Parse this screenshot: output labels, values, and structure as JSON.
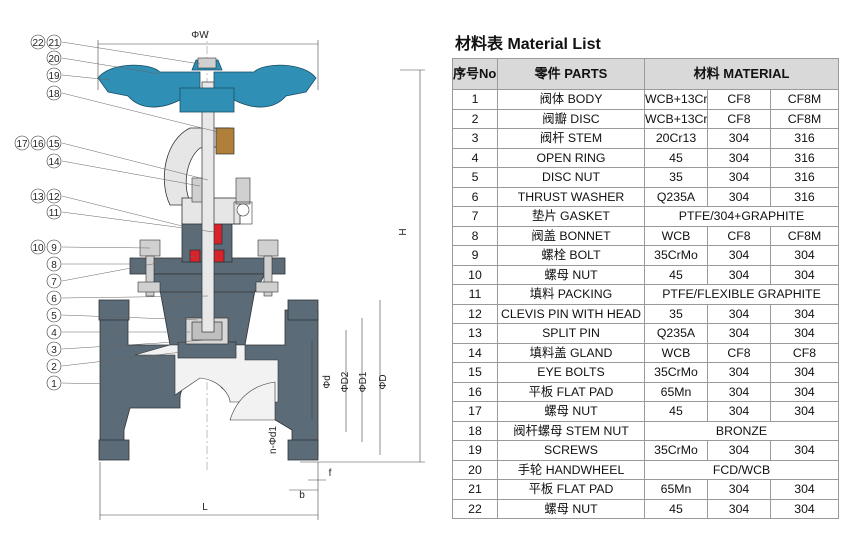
{
  "table": {
    "title": "材料表 Material List",
    "headers": {
      "no": "序号No.",
      "parts": "零件 PARTS",
      "material": "材料 MATERIAL"
    },
    "rows": [
      {
        "no": "1",
        "part": "阀体 BODY",
        "m1": "WCB+13Cr",
        "m2": "CF8",
        "m3": "CF8M"
      },
      {
        "no": "2",
        "part": "阀瓣 DISC",
        "m1": "WCB+13Cr",
        "m2": "CF8",
        "m3": "CF8M"
      },
      {
        "no": "3",
        "part": "阀杆 STEM",
        "m1": "20Cr13",
        "m2": "304",
        "m3": "316"
      },
      {
        "no": "4",
        "part": "OPEN RING",
        "m1": "45",
        "m2": "304",
        "m3": "316"
      },
      {
        "no": "5",
        "part": "DISC NUT",
        "m1": "35",
        "m2": "304",
        "m3": "316"
      },
      {
        "no": "6",
        "part": "THRUST WASHER",
        "m1": "Q235A",
        "m2": "304",
        "m3": "316"
      },
      {
        "no": "7",
        "part": "垫片 GASKET",
        "span": "PTFE/304+GRAPHITE"
      },
      {
        "no": "8",
        "part": "阀盖 BONNET",
        "m1": "WCB",
        "m2": "CF8",
        "m3": "CF8M"
      },
      {
        "no": "9",
        "part": "螺栓 BOLT",
        "m1": "35CrMo",
        "m2": "304",
        "m3": "304"
      },
      {
        "no": "10",
        "part": "螺母 NUT",
        "m1": "45",
        "m2": "304",
        "m3": "304"
      },
      {
        "no": "11",
        "part": "填料 PACKING",
        "span": "PTFE/FLEXIBLE GRAPHITE"
      },
      {
        "no": "12",
        "part": "CLEVIS PIN WITH HEAD",
        "m1": "35",
        "m2": "304",
        "m3": "304"
      },
      {
        "no": "13",
        "part": "SPLIT PIN",
        "m1": "Q235A",
        "m2": "304",
        "m3": "304"
      },
      {
        "no": "14",
        "part": "填料盖 GLAND",
        "m1": "WCB",
        "m2": "CF8",
        "m3": "CF8"
      },
      {
        "no": "15",
        "part": "EYE BOLTS",
        "m1": "35CrMo",
        "m2": "304",
        "m3": "304"
      },
      {
        "no": "16",
        "part": "平板 FLAT PAD",
        "m1": "65Mn",
        "m2": "304",
        "m3": "304"
      },
      {
        "no": "17",
        "part": "螺母 NUT",
        "m1": "45",
        "m2": "304",
        "m3": "304"
      },
      {
        "no": "18",
        "part": "阀杆螺母 STEM NUT",
        "span": "BRONZE"
      },
      {
        "no": "19",
        "part": "SCREWS",
        "m1": "35CrMo",
        "m2": "304",
        "m3": "304"
      },
      {
        "no": "20",
        "part": "手轮 HANDWHEEL",
        "span": "FCD/WCB"
      },
      {
        "no": "21",
        "part": "平板 FLAT PAD",
        "m1": "65Mn",
        "m2": "304",
        "m3": "304"
      },
      {
        "no": "22",
        "part": "螺母 NUT",
        "m1": "45",
        "m2": "304",
        "m3": "304"
      }
    ]
  },
  "drawing": {
    "callouts": [
      "22",
      "21",
      "20",
      "19",
      "18",
      "17",
      "16",
      "15",
      "14",
      "13",
      "12",
      "11",
      "10",
      "9",
      "8",
      "7",
      "6",
      "5",
      "4",
      "3",
      "2",
      "1"
    ],
    "dimensions": {
      "w": "ΦW",
      "h": "H",
      "l": "L",
      "d": "Φd",
      "d2": "ΦD2",
      "d1": "ΦD1",
      "big_d": "ΦD",
      "n_d1": "n-Φd1",
      "f": "f",
      "b": "b"
    },
    "colors": {
      "body": "#5b6b78",
      "handwheel": "#2f8fb5",
      "gasket": "#d8232a",
      "stem_nut": "#b0803a",
      "yoke": "#e6e6e6"
    }
  }
}
